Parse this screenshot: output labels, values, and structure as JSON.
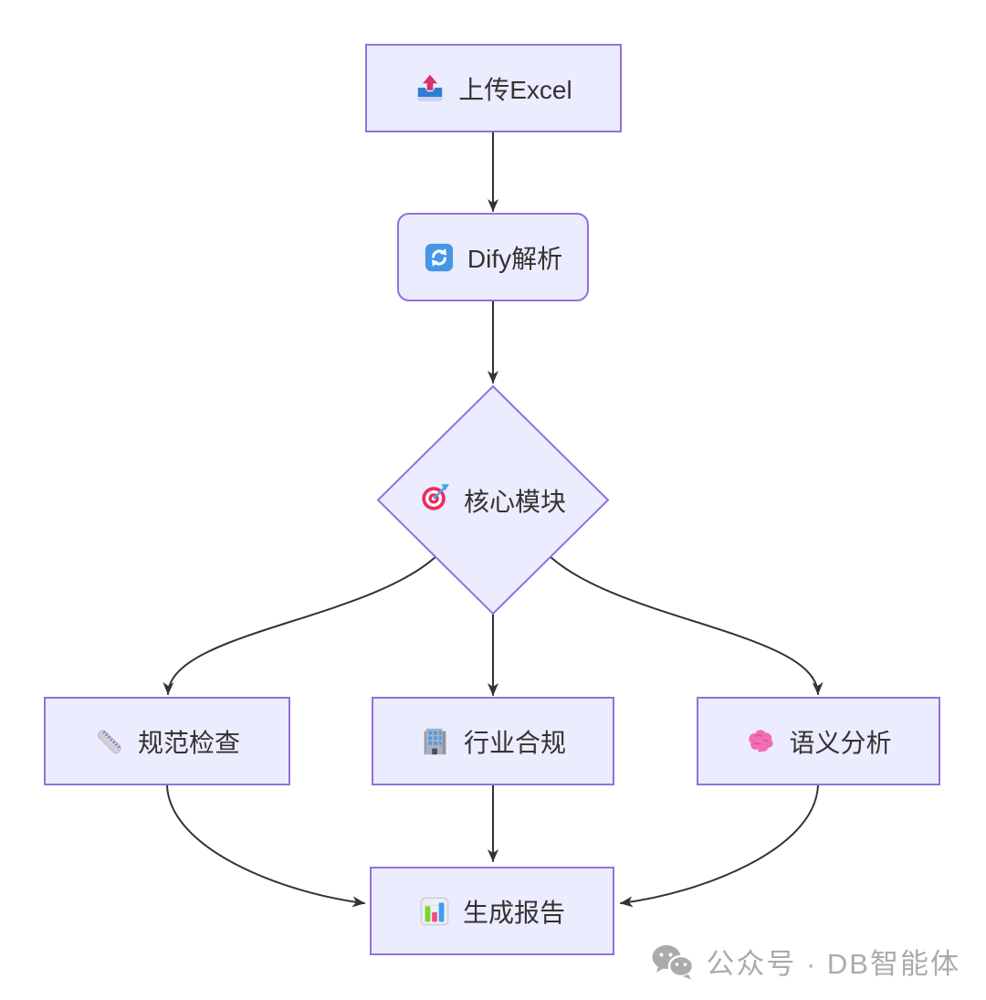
{
  "diagram": {
    "type": "flowchart",
    "direction": "top-down",
    "colors": {
      "node_fill": "#ECECFF",
      "node_border": "#9370DB",
      "edge": "#333333",
      "label_text": "#333333"
    },
    "nodes": {
      "upload": {
        "label": "上传Excel",
        "icon": "upload-icon",
        "shape": "rectangle"
      },
      "dify": {
        "label": "Dify解析",
        "icon": "sync-icon",
        "shape": "rounded-rectangle"
      },
      "core": {
        "label": "核心模块",
        "icon": "target-icon",
        "shape": "diamond"
      },
      "spec": {
        "label": "规范检查",
        "icon": "ruler-icon",
        "shape": "rectangle"
      },
      "industry": {
        "label": "行业合规",
        "icon": "building-icon",
        "shape": "rectangle"
      },
      "semantic": {
        "label": "语义分析",
        "icon": "brain-icon",
        "shape": "rectangle"
      },
      "report": {
        "label": "生成报告",
        "icon": "bar-chart-icon",
        "shape": "rectangle"
      }
    },
    "edges": [
      {
        "from": "upload",
        "to": "dify"
      },
      {
        "from": "dify",
        "to": "core"
      },
      {
        "from": "core",
        "to": "spec"
      },
      {
        "from": "core",
        "to": "industry"
      },
      {
        "from": "core",
        "to": "semantic"
      },
      {
        "from": "spec",
        "to": "report"
      },
      {
        "from": "industry",
        "to": "report"
      },
      {
        "from": "semantic",
        "to": "report"
      }
    ]
  },
  "watermark": {
    "icon": "wechat-icon",
    "text": "公众号 · DB智能体",
    "color": "#ababab"
  }
}
